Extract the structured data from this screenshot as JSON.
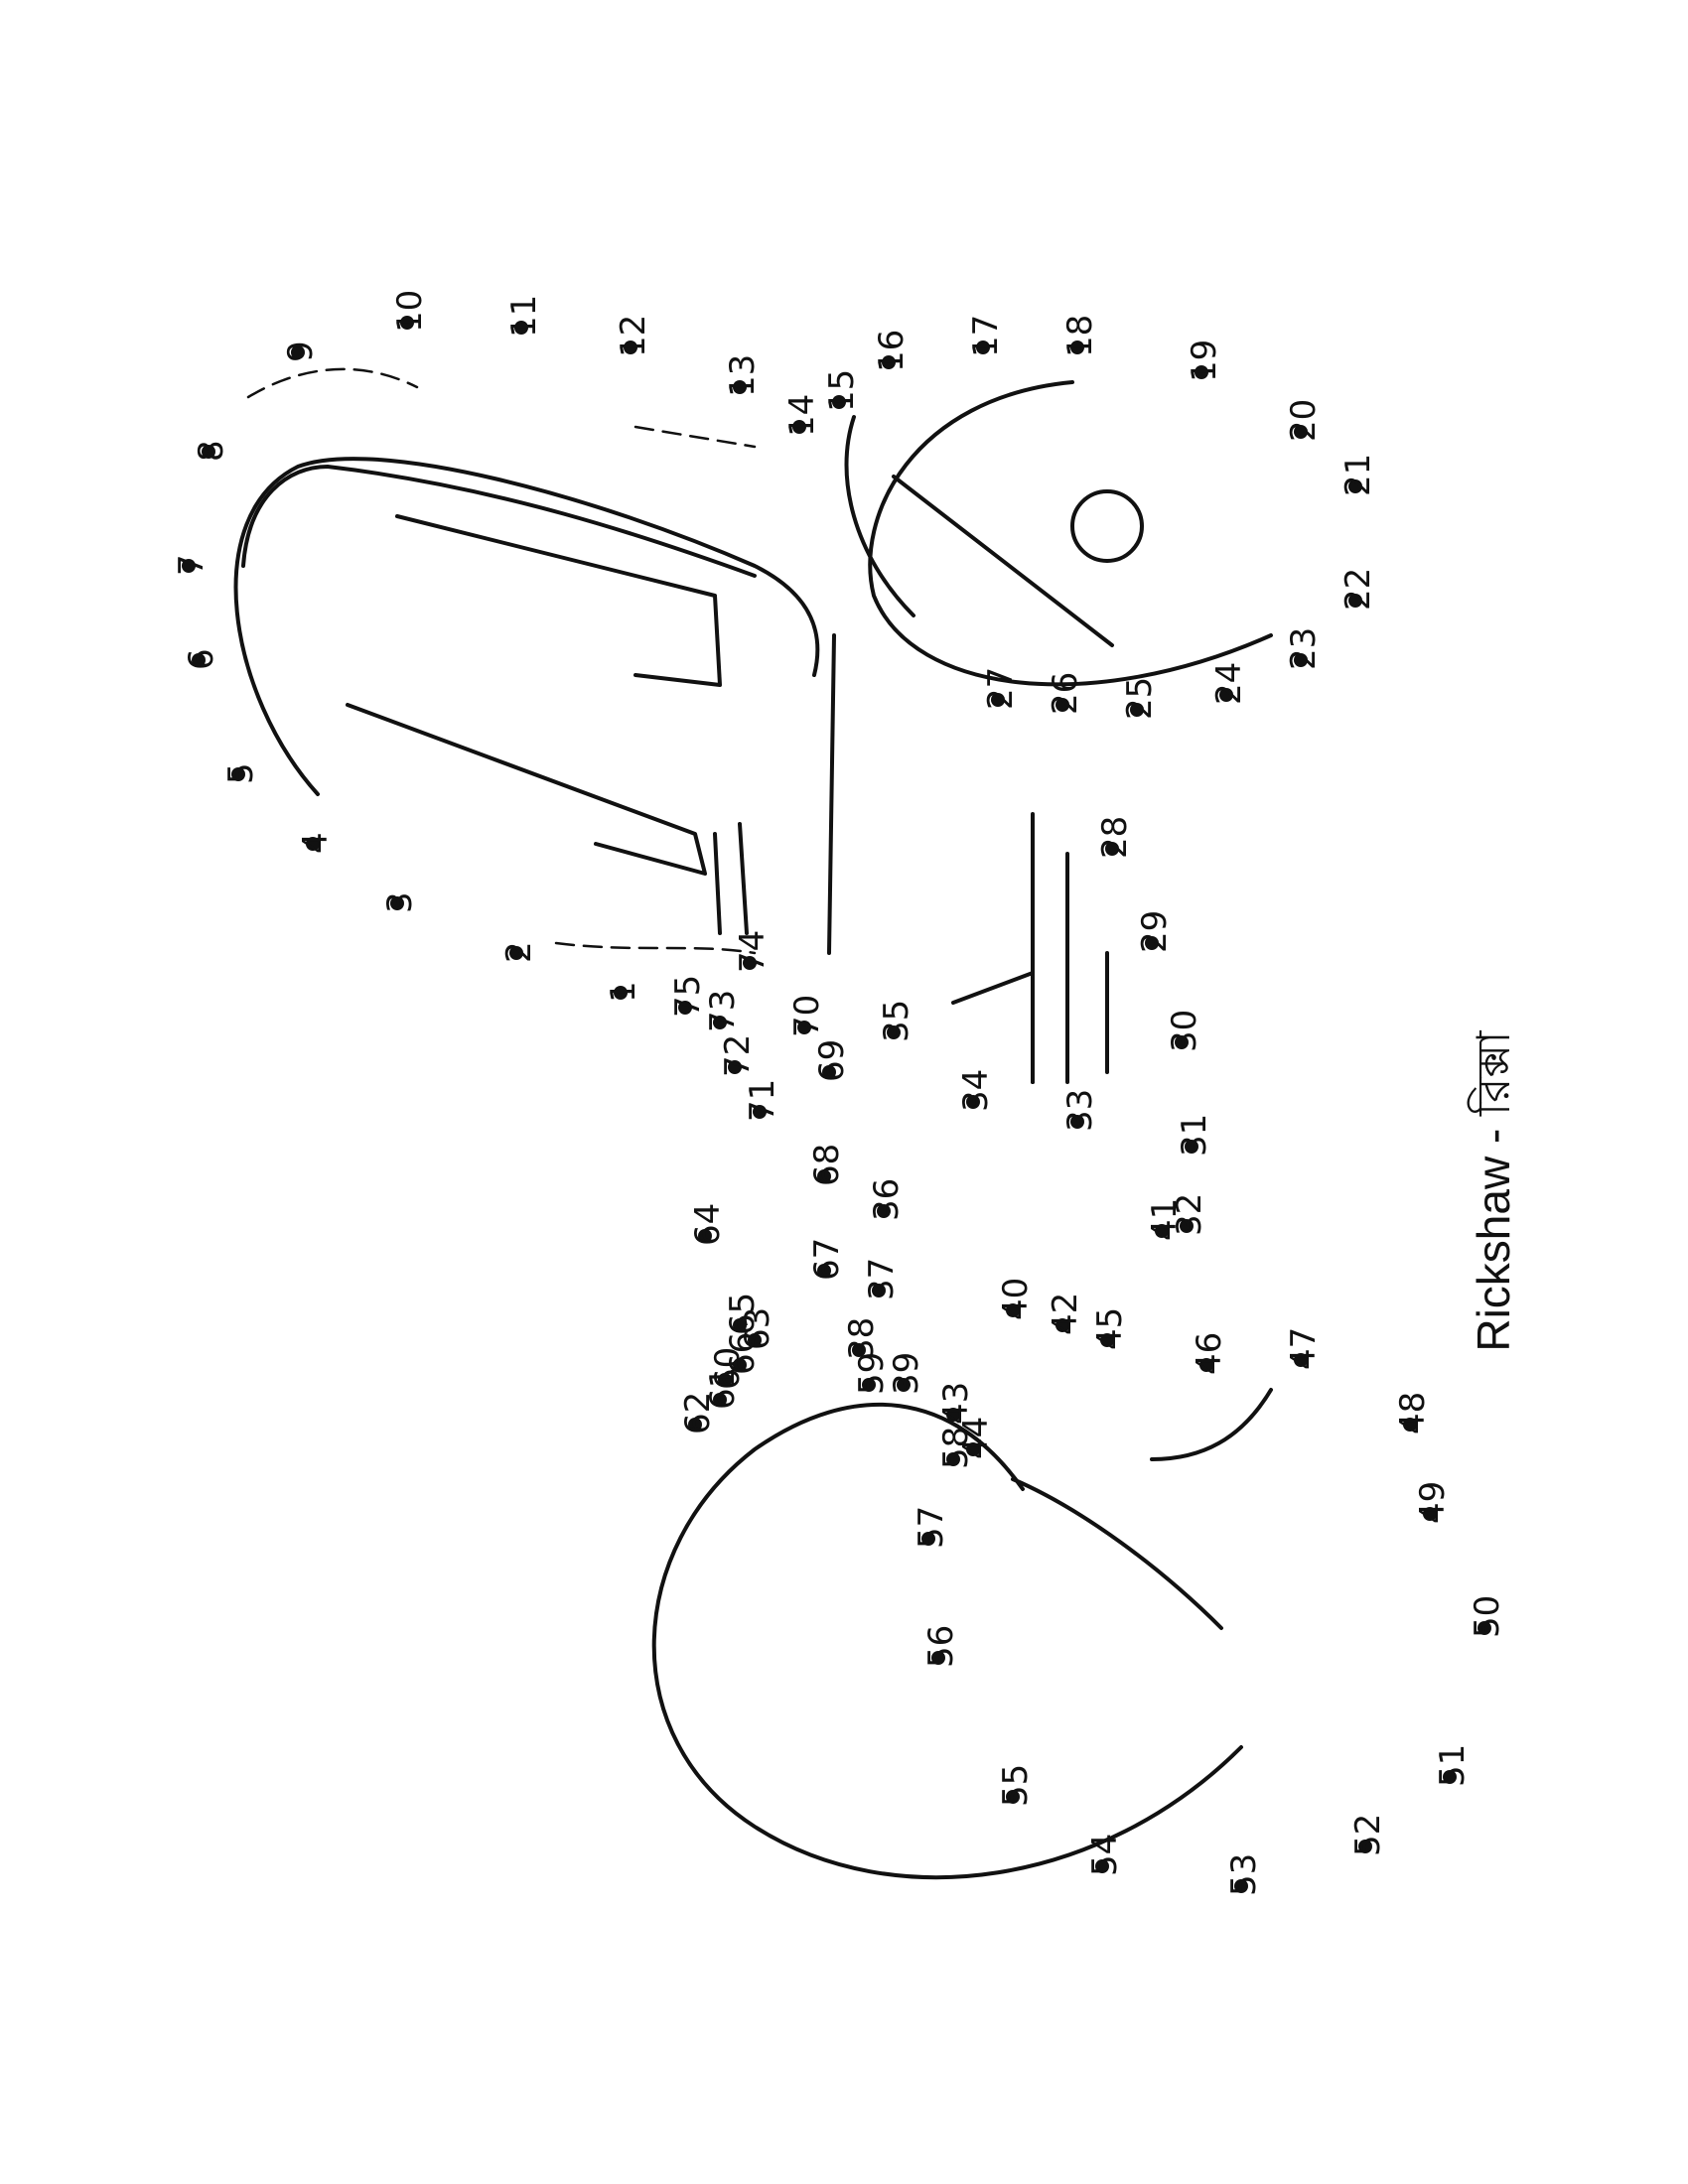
{
  "caption": "Rickshaw - রিক্সা",
  "ink_color": "#111111",
  "paper_color": "#ffffff",
  "numbers": [
    "1",
    "2",
    "3",
    "4",
    "5",
    "6",
    "7",
    "8",
    "9",
    "10",
    "11",
    "12",
    "13",
    "14",
    "15",
    "16",
    "17",
    "18",
    "19",
    "20",
    "21",
    "22",
    "23",
    "24",
    "25",
    "26",
    "27",
    "28",
    "29",
    "30",
    "31",
    "32",
    "33",
    "34",
    "35",
    "36",
    "37",
    "38",
    "39",
    "40",
    "41",
    "42",
    "43",
    "44",
    "45",
    "46",
    "47",
    "48",
    "49",
    "50",
    "51",
    "52",
    "53",
    "54",
    "55",
    "56",
    "57",
    "58",
    "59",
    "60",
    "61",
    "62",
    "63",
    "64",
    "65",
    "66",
    "67",
    "68",
    "69",
    "70",
    "71",
    "72",
    "73",
    "74",
    "75"
  ]
}
